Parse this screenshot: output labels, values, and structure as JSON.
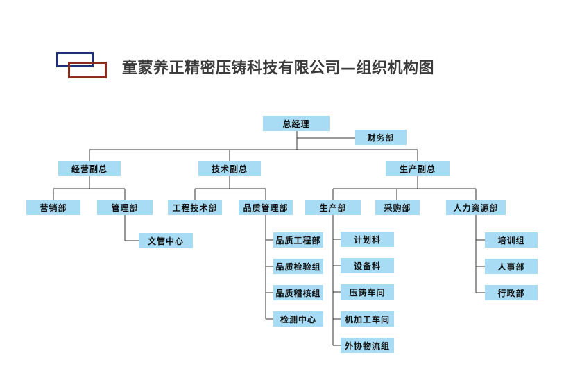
{
  "header": {
    "title": "童蒙养正精密压铸科技有限公司—组织机构图",
    "logo": {
      "colors": [
        "#1f2f7a",
        "#8b2c1c"
      ]
    }
  },
  "colors": {
    "node_fill": "#a7dcf4",
    "line": "#333333",
    "text": "#111111"
  },
  "org": {
    "ceo": "总经理",
    "finance": "财务部",
    "vp_business": "经营副总",
    "vp_tech": "技术副总",
    "vp_production": "生产副总",
    "sales": "营销部",
    "management": "管理部",
    "document_center": "文管中心",
    "engineering": "工程技术部",
    "quality": "品质管理部",
    "quality_engineering": "品质工程部",
    "quality_inspection": "品质检验组",
    "quality_audit": "品质稽核组",
    "test_center": "检测中心",
    "production": "生产部",
    "planning": "计划科",
    "equipment": "设备科",
    "diecasting": "压铸车间",
    "machining": "机加工车间",
    "outsourcing": "外协物流组",
    "purchasing": "采购部",
    "hr": "人力资源部",
    "training": "培训组",
    "personnel": "人事部",
    "admin": "行政部"
  }
}
